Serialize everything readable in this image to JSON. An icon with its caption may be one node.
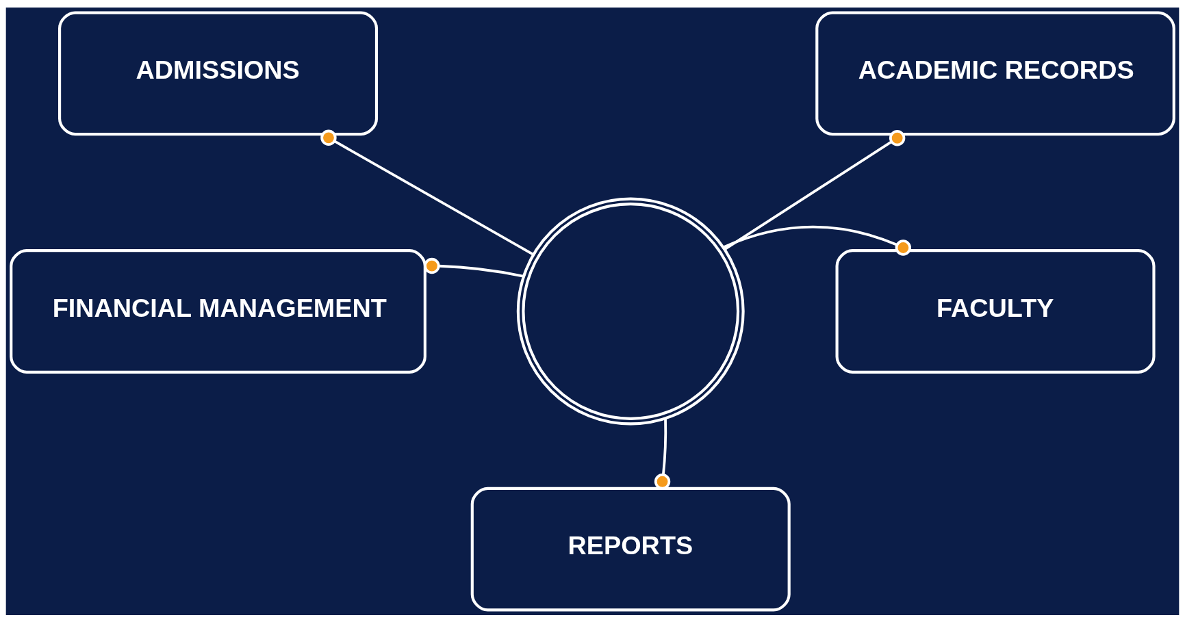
{
  "diagram": {
    "nodes": [
      {
        "text": [
          "ADMISSIONS"
        ]
      },
      {
        "text": [
          "ACADEMIC RECORDS"
        ]
      },
      {
        "text": [],
        "shape": "circle"
      },
      {
        "text": [
          "FINANCIAL MANAGEMENT"
        ]
      },
      {
        "text": [
          "FACULTY"
        ]
      },
      {
        "text": [
          "REPORTS"
        ]
      }
    ],
    "edges": [
      {
        "from": 2,
        "to": 0,
        "arrow": "other"
      },
      {
        "from": 2,
        "to": 1,
        "arrow": "other"
      },
      {
        "from": 2,
        "to": 3,
        "arrow": "other"
      },
      {
        "from": 2,
        "to": 4,
        "arrow": "other"
      },
      {
        "from": 2,
        "to": 5,
        "arrow": "other"
      }
    ]
  }
}
